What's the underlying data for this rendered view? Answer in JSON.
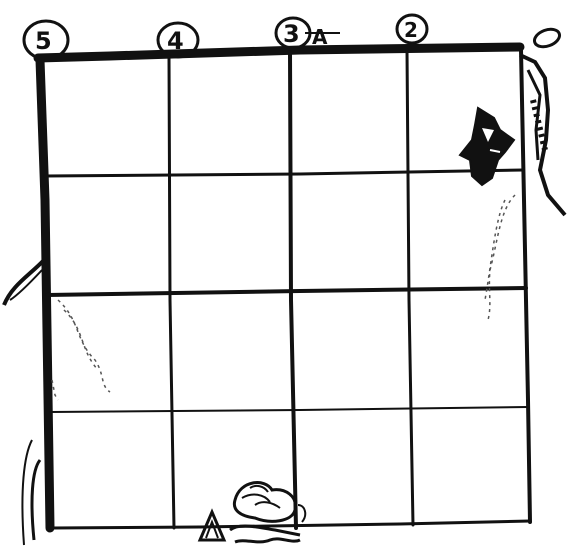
{
  "diagram": {
    "column_labels": [
      "5",
      "4",
      "3",
      "2"
    ],
    "extra_mark": "A",
    "grid": {
      "rows": 4,
      "cols": 4
    },
    "ink_color": "#111111"
  }
}
